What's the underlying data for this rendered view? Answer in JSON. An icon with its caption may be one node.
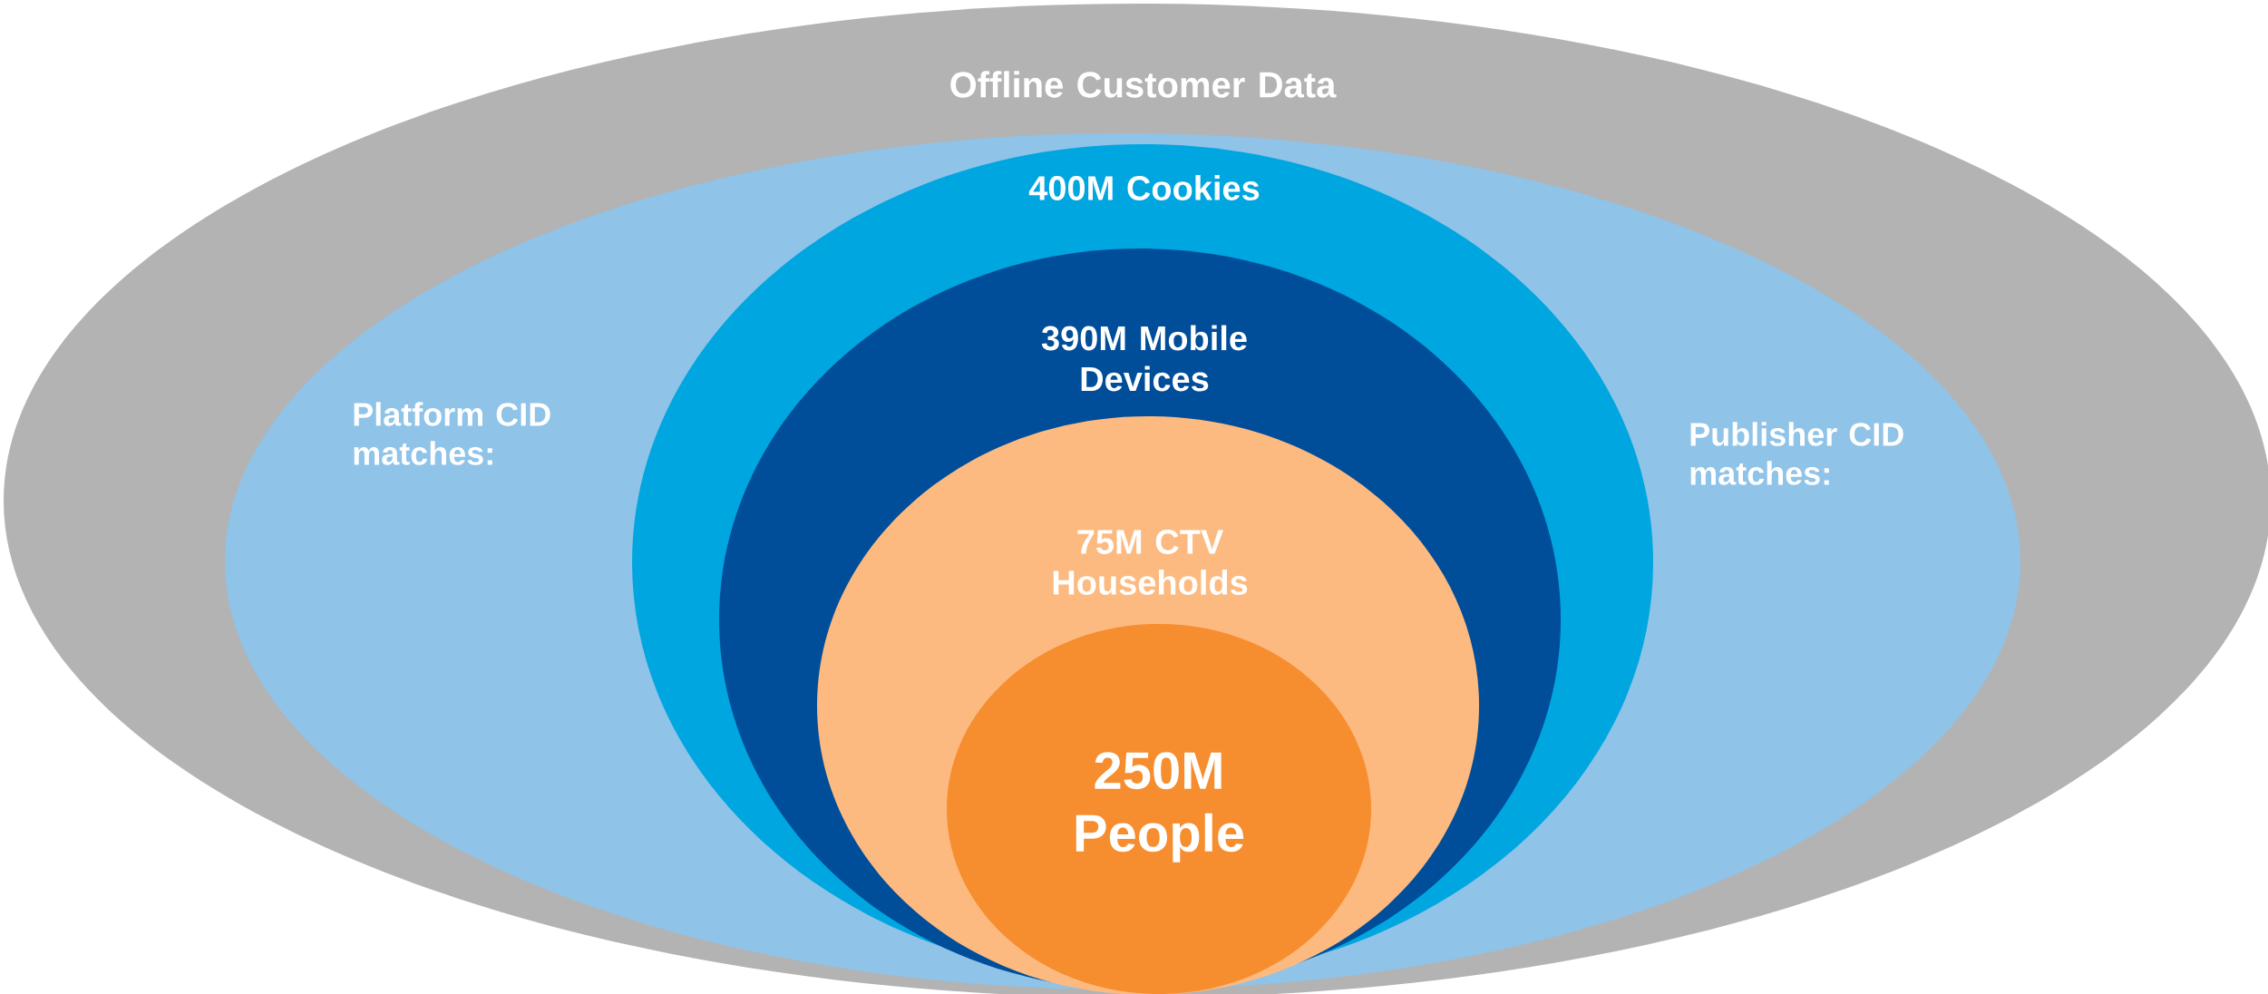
{
  "diagram": {
    "nodes": [
      {
        "text": [
          "Offline Customer Data"
        ]
      },
      {
        "text": [
          "Platform CID matches:",
          "Publisher CID matches:"
        ],
        "in": 0
      },
      {
        "text": [
          "400M Cookies"
        ],
        "in": 1
      },
      {
        "text": [
          "390M Mobile Devices"
        ],
        "in": 2
      },
      {
        "text": [
          "75M CTV Households"
        ],
        "in": 3
      },
      {
        "text": [
          "250M People"
        ],
        "in": 4
      }
    ]
  }
}
